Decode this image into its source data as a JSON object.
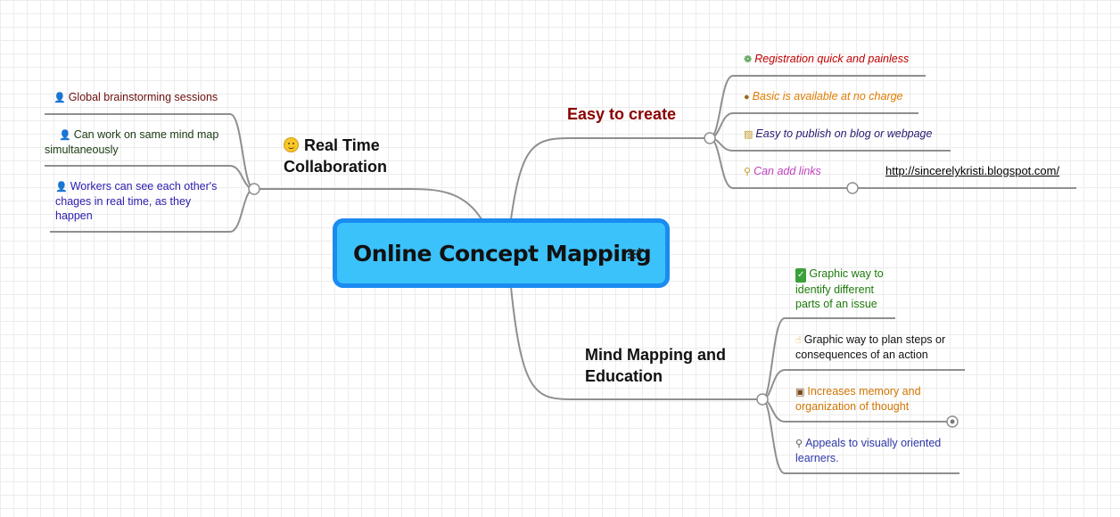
{
  "central": {
    "title": "Online Concept Mapping",
    "notes_icon": "notes-icon"
  },
  "branches": {
    "collaboration": {
      "title_line1": "Real Time",
      "title_line2": "Collaboration",
      "icon": "smiley-icon",
      "items": [
        {
          "icon": "user-icon",
          "text": "Global brainstorming sessions",
          "color": "#6b0f0f"
        },
        {
          "icon": "user-icon",
          "line1": "Can work on same mind map",
          "line2": "simultaneously",
          "color": "#1a3a12"
        },
        {
          "icon": "user-icon",
          "line1": "Workers can see each other's",
          "line2": "chages in real time, as they",
          "line3": "happen",
          "color": "#2a1cae"
        }
      ]
    },
    "easy": {
      "title": "Easy to create",
      "color": "#8b0000",
      "items": [
        {
          "icon": "flower-icon",
          "text": "Registration quick and painless",
          "color": "#c00000"
        },
        {
          "icon": "money-bag-icon",
          "text": "Basic is available at no charge",
          "color": "#e07b00"
        },
        {
          "icon": "lock-icon",
          "text": "Easy to publish on blog or webpage",
          "color": "#2a1870"
        },
        {
          "icon": "key-icon",
          "text": "Can add links",
          "color": "#c040c0"
        }
      ],
      "link": "http://sincerelykristi.blogspot.com/"
    },
    "education": {
      "title_line1": "Mind Mapping and",
      "title_line2": "Education",
      "items": [
        {
          "icon": "check-icon",
          "line1": "Graphic way to",
          "line2": "identify different",
          "line3": "parts of an issue",
          "color": "#1e7a0c"
        },
        {
          "icon": "thumbs-up-icon",
          "line1": "Graphic way to plan steps or",
          "line2": "consequences of an action",
          "color": "#111111"
        },
        {
          "icon": "briefcase-icon",
          "line1": "Increases memory and",
          "line2": "organization of thought",
          "color": "#d27400"
        },
        {
          "icon": "magnifier-icon",
          "line1": "Appeals to visually oriented",
          "line2": "learners.",
          "color": "#2e3aa8"
        }
      ]
    }
  },
  "colors": {
    "connector": "#8a8a8a",
    "central_fill": "#3cc2fb",
    "central_border": "#1a8bf0"
  }
}
